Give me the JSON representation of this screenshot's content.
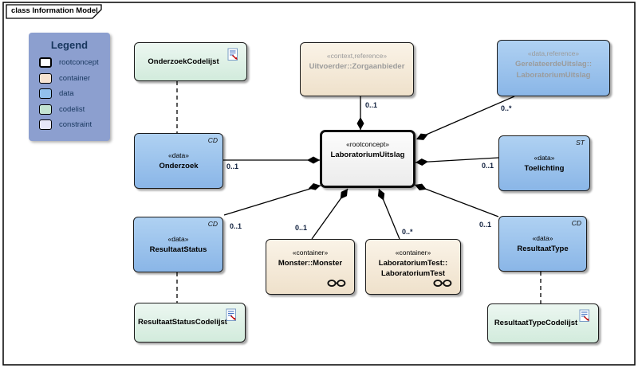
{
  "frame": {
    "title": "class Information Model"
  },
  "legend": {
    "title": "Legend",
    "items": [
      {
        "label": "rootconcept",
        "color": "#FFFFFF"
      },
      {
        "label": "container",
        "color": "#F8E4D1"
      },
      {
        "label": "data",
        "color": "#92C0EC"
      },
      {
        "label": "codelist",
        "color": "#C4E5D2"
      },
      {
        "label": "constraint",
        "color": "#E6E6F7"
      }
    ]
  },
  "nodes": {
    "onderzoekCodelijst": {
      "name": "OnderzoekCodelijst"
    },
    "uitvoerder": {
      "stereotype": "«context,reference»",
      "name": "Uitvoerder::Zorgaanbieder"
    },
    "gerelateerdeUitslag": {
      "stereotype": "«data,reference»",
      "name_line1": "GerelateerdeUitslag::",
      "name_line2": "LaboratoriumUitslag"
    },
    "laboratoriumUitslag": {
      "stereotype": "«rootconcept»",
      "name": "LaboratoriumUitslag"
    },
    "onderzoek": {
      "stereotype": "«data»",
      "name": "Onderzoek",
      "type_marker": "CD"
    },
    "toelichting": {
      "stereotype": "«data»",
      "name": "Toelichting",
      "type_marker": "ST"
    },
    "resultaatStatus": {
      "stereotype": "«data»",
      "name": "ResultaatStatus",
      "type_marker": "CD"
    },
    "monster": {
      "stereotype": "«container»",
      "name": "Monster::Monster"
    },
    "laboratoriumTest": {
      "stereotype": "«container»",
      "name_line1": "LaboratoriumTest::",
      "name_line2": "LaboratoriumTest"
    },
    "resultaatType": {
      "stereotype": "«data»",
      "name": "ResultaatType",
      "type_marker": "CD"
    },
    "resultaatStatusCodelijst": {
      "name": "ResultaatStatusCodelijst"
    },
    "resultaatTypeCodelijst": {
      "name": "ResultaatTypeCodelijst"
    }
  },
  "multiplicities": {
    "uitvoerder": "0..1",
    "gerelateerdeUitslag": "0..*",
    "onderzoek": "0..1",
    "toelichting": "0..1",
    "resultaatType": "0..1",
    "resultaatStatus": "0..1",
    "monster": "0..1",
    "laboratoriumTest": "0..*"
  },
  "colors": {
    "data_fill": "#9BC2EB",
    "container_fill": "#F5EAD9",
    "codelist_fill": "#DFF1E7",
    "rootconcept_fill": "#F5F5F5",
    "legend_bg": "#8C9FCF",
    "legend_text": "#17365D",
    "reference_text": "#9B9B9B",
    "line": "#000000",
    "doc_icon_blue": "#4472C4",
    "doc_icon_red": "#C00000"
  }
}
